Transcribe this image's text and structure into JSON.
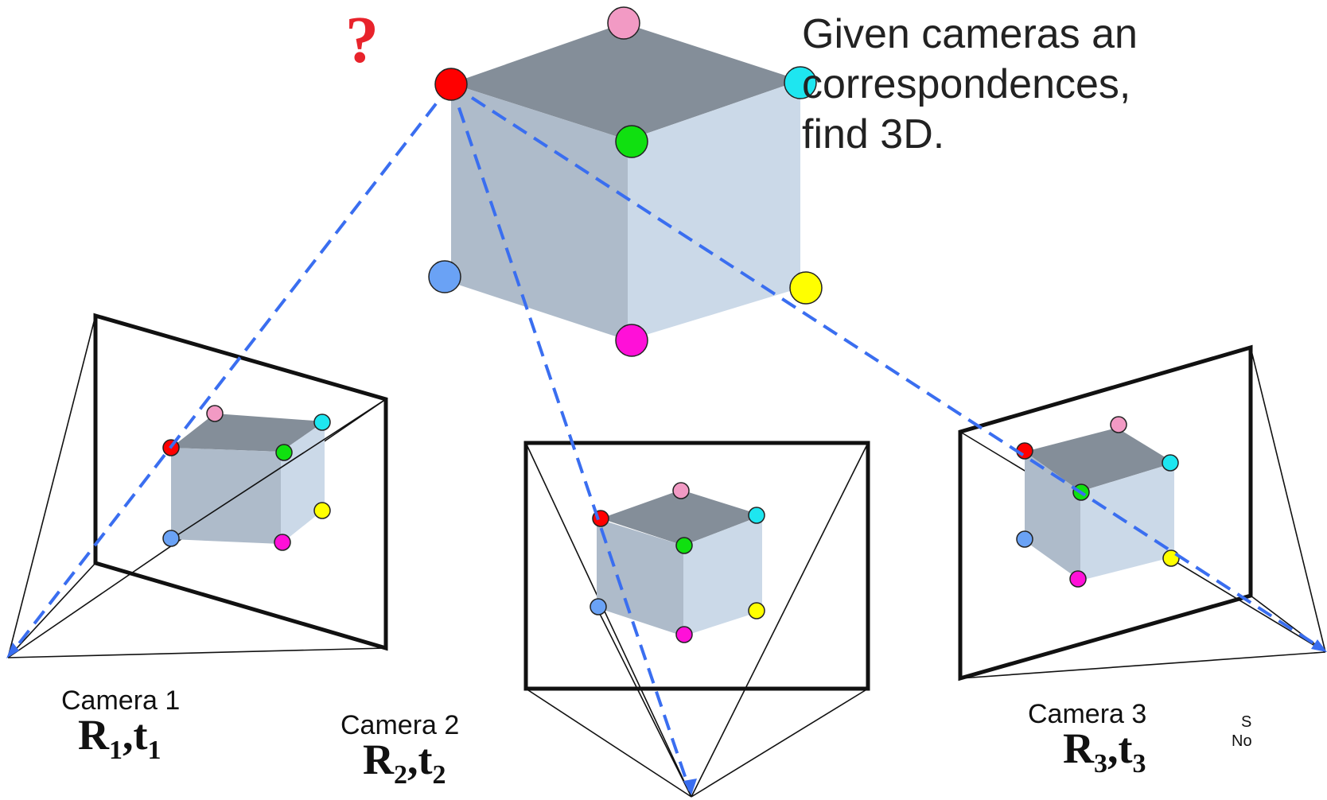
{
  "headline": {
    "line1": "Given cameras an",
    "line2": "correspondences,",
    "line3": "find 3D."
  },
  "question_mark": "?",
  "cameras": [
    {
      "name": "Camera 1",
      "rotation": "R",
      "translation": "t",
      "index": "1"
    },
    {
      "name": "Camera 2",
      "rotation": "R",
      "translation": "t",
      "index": "2"
    },
    {
      "name": "Camera 3",
      "rotation": "R",
      "translation": "t",
      "index": "3"
    }
  ],
  "corner_note": {
    "line1": "S",
    "line2": "No"
  },
  "colors": {
    "ray": "#3a6ef0",
    "cube_top": "#848e99",
    "cube_left": "#aebbca",
    "cube_right": "#cbd9e8",
    "question": "#e8232b",
    "red": "#ff0000",
    "pink": "#f29ac4",
    "cyan": "#1ee6f0",
    "green": "#10e010",
    "blue": "#6aa2f5",
    "yellow": "#ffff00",
    "magenta": "#ff10d8"
  }
}
